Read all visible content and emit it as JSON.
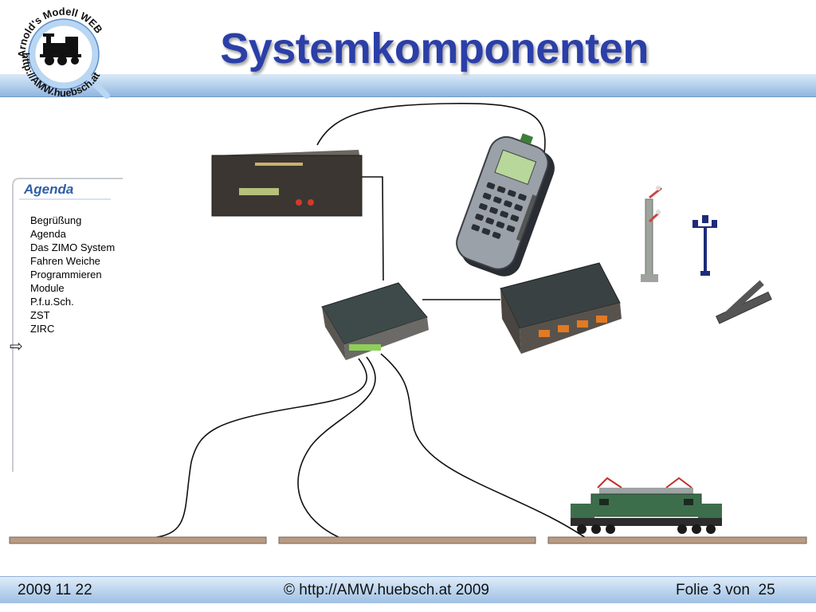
{
  "slide": {
    "title": "Systemkomponenten"
  },
  "logo": {
    "text_top": "Arnold's Modell WEB",
    "text_bottom": "http://AMW.huebsch.at"
  },
  "agenda": {
    "title": "Agenda",
    "items": [
      "Begrüßung",
      "Agenda",
      "Das ZIMO System",
      "Fahren Weiche",
      "Programmieren",
      "Module",
      "P.f.u.Sch.",
      "ZST",
      "ZIRC"
    ],
    "current_marker": "⇨"
  },
  "footer": {
    "date": "2009 11 22",
    "copyright": "© http://AMW.huebsch.at 2009",
    "page": "Folie 3 von  25"
  },
  "colors": {
    "title": "#2b3fa8",
    "band": "#b9d3ee",
    "agenda_title": "#2f5fa6"
  }
}
